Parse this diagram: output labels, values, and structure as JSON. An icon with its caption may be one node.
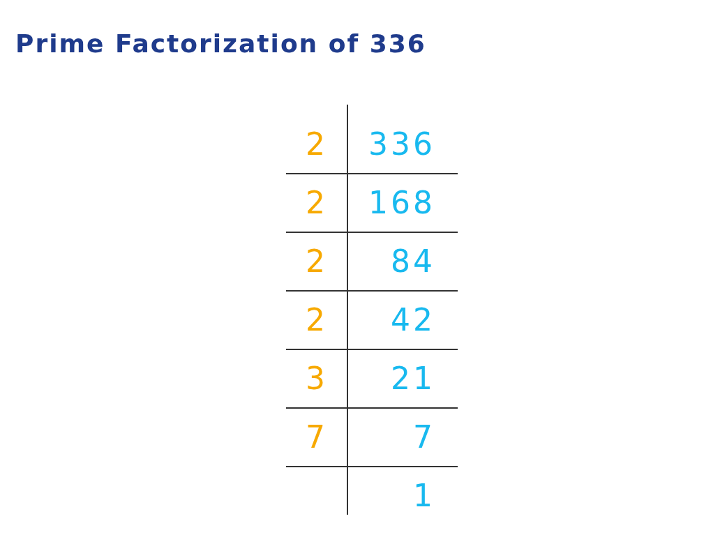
{
  "diagram": {
    "title": "Prime Factorization of 336",
    "labels": [
      "2",
      "336",
      "2",
      "168",
      "2",
      "84",
      "2",
      "42",
      "3",
      "21",
      "7",
      "7",
      "1"
    ]
  }
}
